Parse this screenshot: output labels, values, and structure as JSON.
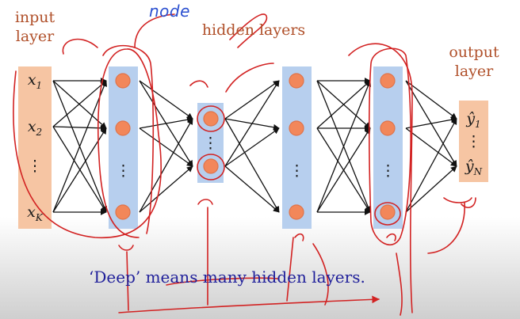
{
  "annotation": {
    "handwritten": "node"
  },
  "labels": {
    "input_line1": "input",
    "input_line2": "layer",
    "hidden": "hidden layers",
    "output_line1": "output",
    "output_line2": "layer"
  },
  "inputs": {
    "x1_base": "x",
    "x1_sub": "1",
    "x2_base": "x",
    "x2_sub": "2",
    "xK_base": "x",
    "xK_sub": "K"
  },
  "outputs": {
    "y1_base": "ŷ",
    "y1_sub": "1",
    "yN_base": "ŷ",
    "yN_sub": "N"
  },
  "ellipsis": "⋮",
  "caption": "‘Deep’ means many hidden layers.",
  "colors": {
    "input_box": "#f6c5a3",
    "layer_box": "#b7cfee",
    "neuron_fill": "#f2875a",
    "neuron_stroke": "#e0744a",
    "arrows": "#111111",
    "label_text": "#b0502a",
    "caption_text": "#1f1f9a",
    "ink_red": "#d22222",
    "ink_blue": "#2a4fd0"
  }
}
